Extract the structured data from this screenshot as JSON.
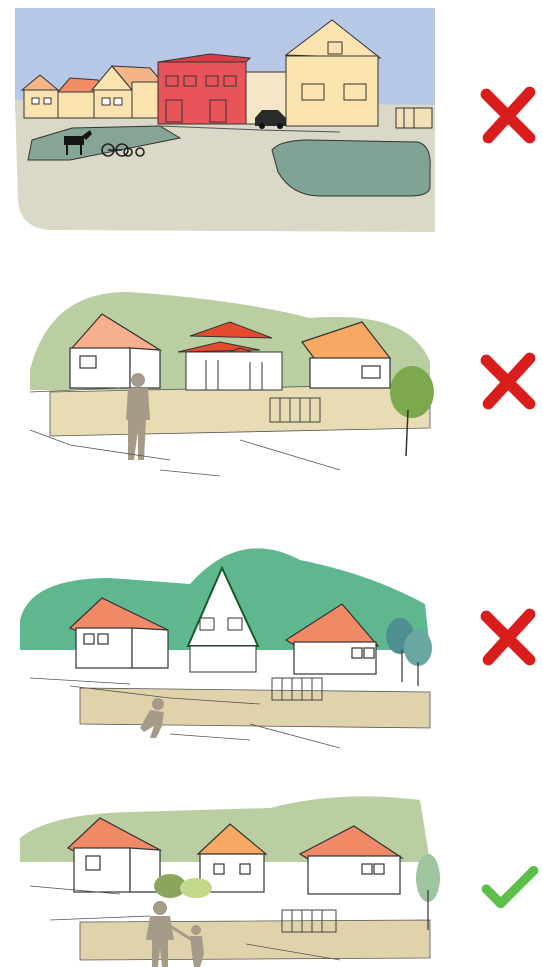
{
  "panels": [
    {
      "id": "panel-1",
      "verdict": "incorrect",
      "verdict_icon": "cross-icon",
      "verdict_color": "#d91c1c"
    },
    {
      "id": "panel-2",
      "verdict": "incorrect",
      "verdict_icon": "cross-icon",
      "verdict_color": "#d91c1c"
    },
    {
      "id": "panel-3",
      "verdict": "incorrect",
      "verdict_icon": "cross-icon",
      "verdict_color": "#d91c1c"
    },
    {
      "id": "panel-4",
      "verdict": "correct",
      "verdict_icon": "check-icon",
      "verdict_color": "#5cbf4a"
    }
  ],
  "colors": {
    "sky": "#b7c8e6",
    "road": "#d9d8c4",
    "wall": "#e8dcb4",
    "pond": "#7fa394",
    "red_building": "#e8545a",
    "house_beige": "#fbe3b0",
    "roof_orange": "#f0a060",
    "roof_red": "#e34b2e",
    "hill_green": "#b9cfa2",
    "hill_teal": "#5fb78f",
    "person": "#a59b88"
  }
}
